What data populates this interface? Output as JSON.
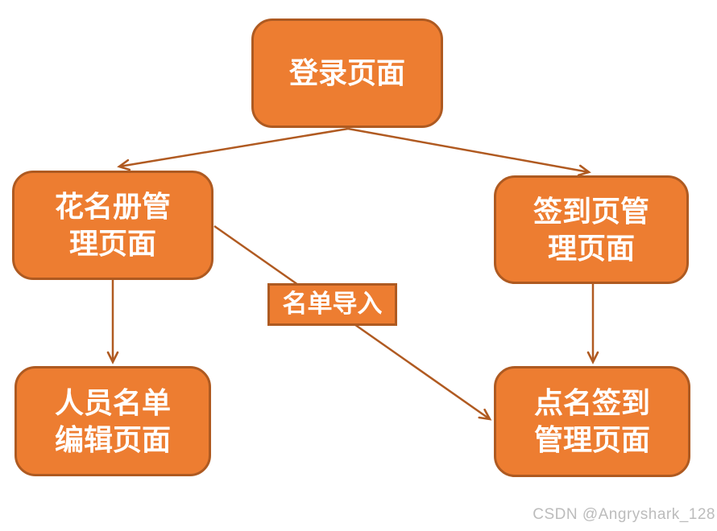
{
  "diagram": {
    "title": "page-flow-diagram",
    "nodes": {
      "login": {
        "label": "登录页面"
      },
      "roster": {
        "label": "花名册管\n理页面"
      },
      "signpage": {
        "label": "签到页管\n理页面"
      },
      "edit": {
        "label": "人员名单\n编辑页面"
      },
      "rollcall": {
        "label": "点名签到\n管理页面"
      },
      "import": {
        "label": "名单导入"
      }
    },
    "edges": [
      {
        "from": "login",
        "to": "roster",
        "label": ""
      },
      {
        "from": "login",
        "to": "signpage",
        "label": ""
      },
      {
        "from": "roster",
        "to": "edit",
        "label": ""
      },
      {
        "from": "signpage",
        "to": "rollcall",
        "label": ""
      },
      {
        "from": "roster",
        "to": "rollcall",
        "label": "名单导入"
      }
    ]
  },
  "colors": {
    "fill": "#ED7D31",
    "border": "#AE5A21",
    "line": "#B05A21",
    "text": "#FFFFFF",
    "watermark": "#BCBCBC",
    "bg": "#FFFFFF"
  },
  "watermark": {
    "text": "CSDN @Angryshark_128"
  }
}
